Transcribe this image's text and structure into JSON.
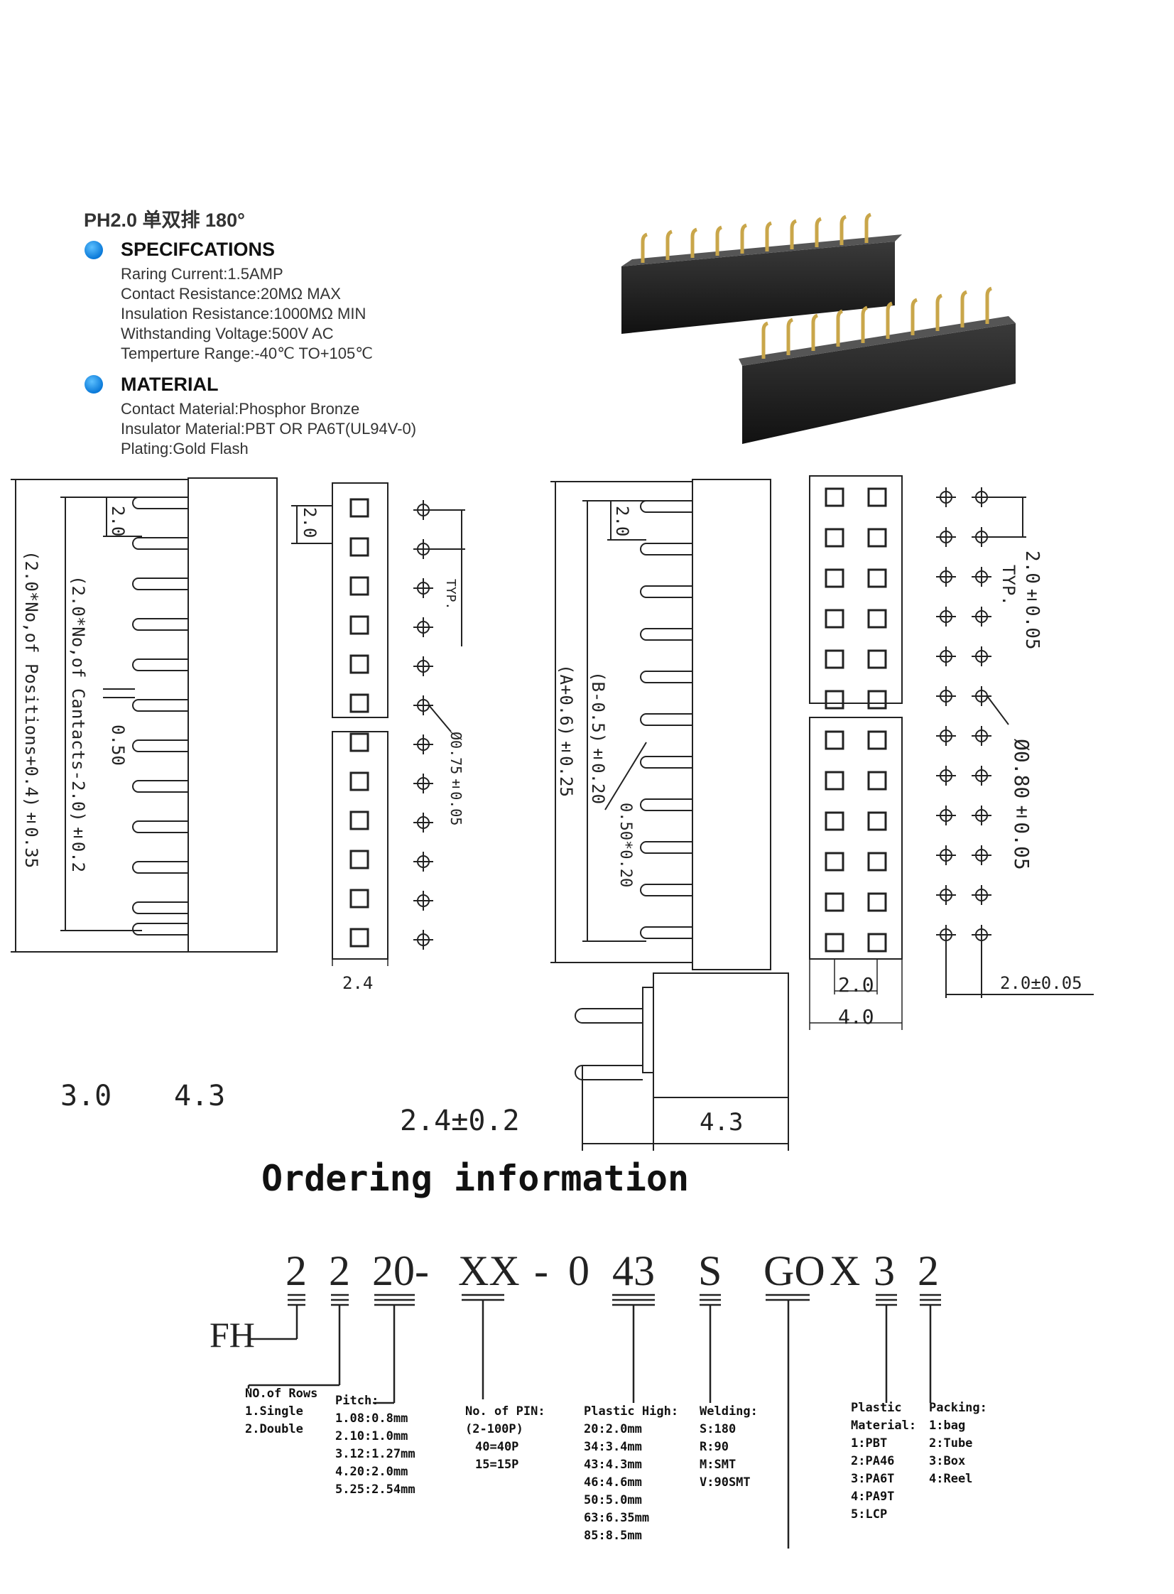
{
  "header": {
    "title": "PH2.0 单双排 180°"
  },
  "specifications": {
    "heading": "SPECIFCATIONS",
    "lines": [
      "Raring Current:1.5AMP",
      "Contact Resistance:20MΩ MAX",
      "Insulation Resistance:1000MΩ MIN",
      "Withstanding Voltage:500V AC",
      "Temperture Range:-40℃ TO+105℃"
    ]
  },
  "material": {
    "heading": "MATERIAL",
    "lines": [
      "Contact Material:Phosphor Bronze",
      "Insulator Material:PBT OR PA6T(UL94V-0)",
      "Plating:Gold Flash"
    ]
  },
  "single_row_drawing": {
    "dim_overall": "(2.0*No,of Positions+0.4)±0.35",
    "dim_contacts": "(2.0*No,of Cantacts-2.0)±0.2",
    "dim_pitch": "2.0",
    "dim_pin": "0.50",
    "dim_top_pitch": "2.0",
    "dim_width": "2.4",
    "typ": "TYP.",
    "hole": "Ø0.75±0.05",
    "side_left": "3.0",
    "side_right": "4.3"
  },
  "double_row_drawing": {
    "dim_overall": "(A+0.6)±0.25",
    "dim_contacts": "(B-0.5)±0.20",
    "dim_pitch": "2.0",
    "dim_pin": "0.50*0.20",
    "pitch_typ": "2.0±0.05",
    "typ": "TYP.",
    "hole": "Ø0.80±0.05",
    "row_pitch": "2.0",
    "width": "4.0",
    "hole_row_pitch": "2.0±0.05",
    "side_left": "2.4±0.2",
    "side_right": "4.3"
  },
  "ordering": {
    "title": "Ordering information",
    "prefix": "FH",
    "code_parts": [
      "2",
      "2",
      "20-",
      "XX",
      "-",
      "0",
      "43",
      "S",
      "GO",
      "X",
      "3",
      "2"
    ],
    "groups": [
      {
        "label": "NO.of Rows",
        "options": [
          "1.Single",
          "2.Double"
        ]
      },
      {
        "label": "Pitch:",
        "options": [
          "1.08:0.8mm",
          "2.10:1.0mm",
          "3.12:1.27mm",
          "4.20:2.0mm",
          "5.25:2.54mm"
        ]
      },
      {
        "label": "No. of PIN:",
        "options": [
          "(2-100P)",
          "40=40P",
          "15=15P"
        ]
      },
      {
        "label": "Plastic High:",
        "options": [
          "20:2.0mm",
          "34:3.4mm",
          "43:4.3mm",
          "46:4.6mm",
          "50:5.0mm",
          "63:6.35mm",
          "85:8.5mm"
        ]
      },
      {
        "label": "Welding:",
        "options": [
          "S:180",
          "R:90",
          "M:SMT",
          "V:90SMT"
        ]
      },
      {
        "label": "Plastic Material:",
        "options": [
          "1:PBT",
          "2:PA46",
          "3:PA6T",
          "4:PA9T",
          "5:LCP"
        ]
      },
      {
        "label": "Packing:",
        "options": [
          "1:bag",
          "2:Tube",
          "3:Box",
          "4:Reel"
        ]
      }
    ]
  }
}
